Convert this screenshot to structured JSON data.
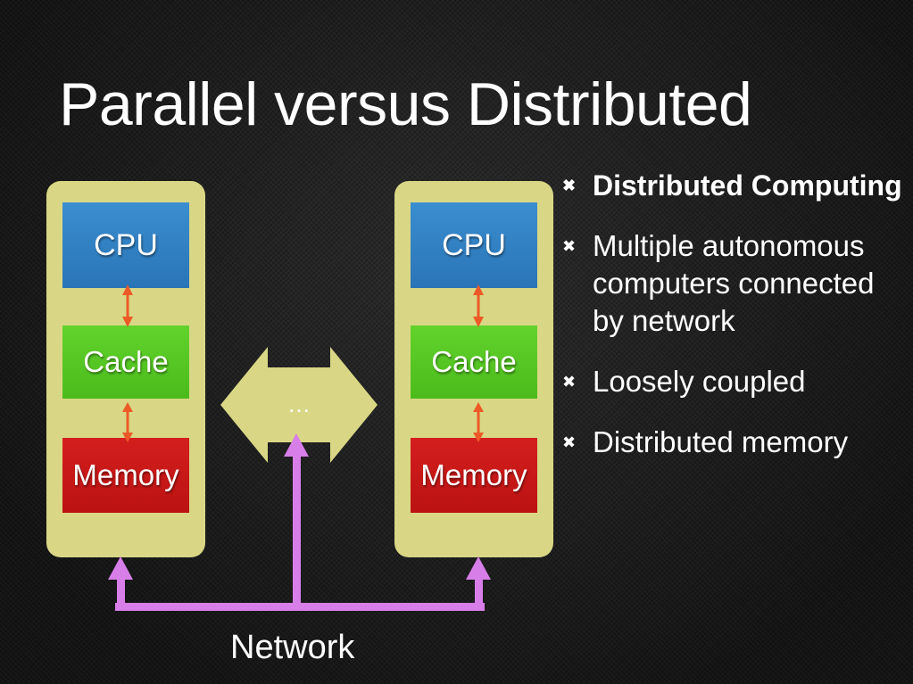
{
  "slide": {
    "title": "Parallel versus Distributed"
  },
  "diagram": {
    "nodes": [
      {
        "cpu": "CPU",
        "cache": "Cache",
        "memory": "Memory"
      },
      {
        "cpu": "CPU",
        "cache": "Cache",
        "memory": "Memory"
      }
    ],
    "ellipsis": "…",
    "network_label": "Network"
  },
  "bullets": {
    "marker": "✖",
    "items": [
      "Distributed Computing",
      "Multiple autonomous computers connected by network",
      "Loosely coupled",
      "Distributed memory"
    ]
  },
  "colors": {
    "node_fill": "#d9d785",
    "cpu": "#2f80c4",
    "cache": "#55c521",
    "memory": "#c61717",
    "bus_arrow": "#ec5a28",
    "network": "#d77ee8",
    "exchange_arrow": "#d9d785"
  }
}
